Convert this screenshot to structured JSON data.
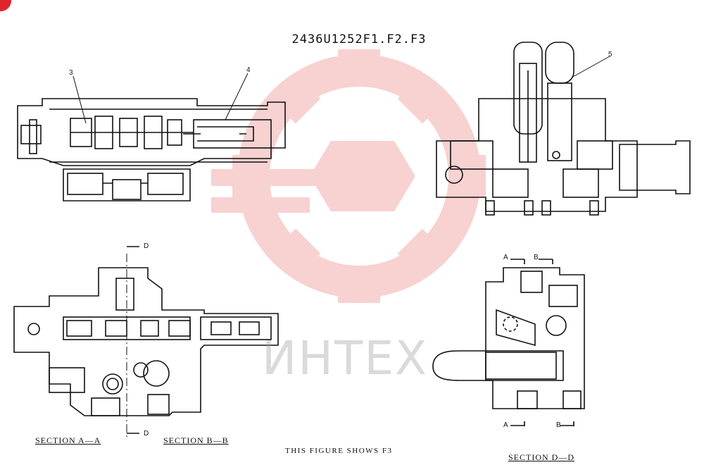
{
  "drawing_title": "2436U1252F1.F2.F3",
  "figure_note": "THIS FIGURE SHOWS F3",
  "watermark_text": "ИНТЕХ",
  "watermark_color": "#f3a4a4",
  "badge_color": "#e0242b",
  "callouts": [
    "3",
    "4",
    "5"
  ],
  "section_labels": {
    "aa": "SECTION A—A",
    "bb": "SECTION B—B",
    "dd": "SECTION D—D"
  },
  "cut_markers": {
    "d_top": "D",
    "d_bottom": "D",
    "a_top": "A",
    "b_top": "B",
    "a_bottom": "A",
    "b_bottom": "B"
  }
}
